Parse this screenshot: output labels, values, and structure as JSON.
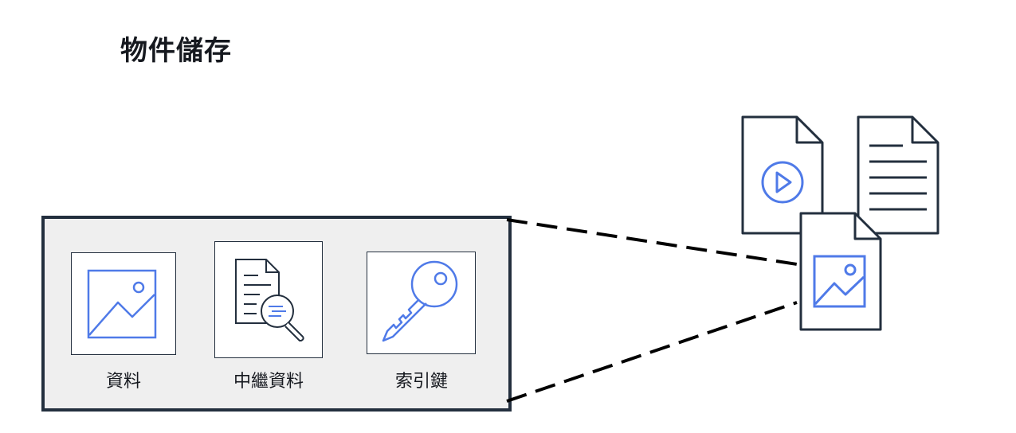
{
  "title": "物件儲存",
  "items": [
    {
      "label": "資料",
      "icon": "image-icon"
    },
    {
      "label": "中繼資料",
      "icon": "document-search-icon"
    },
    {
      "label": "索引鍵",
      "icon": "key-icon"
    }
  ],
  "right_group": {
    "icons": [
      "video-file-icon",
      "text-document-icon",
      "image-file-icon"
    ]
  },
  "colors": {
    "outline": "#232f3e",
    "accent": "#4f7ae8",
    "panel": "#efefef"
  }
}
